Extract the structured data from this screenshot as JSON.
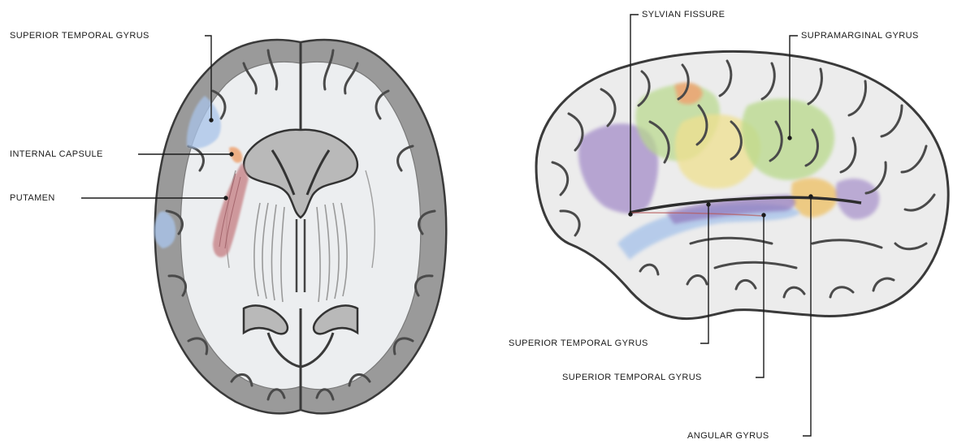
{
  "axial_view": {
    "labels": {
      "superior_temporal_gyrus": "SUPERIOR TEMPORAL GYRUS",
      "internal_capsule": "INTERNAL CAPSULE",
      "putamen": "PUTAMEN"
    }
  },
  "lateral_view": {
    "labels": {
      "sylvian_fissure": "SYLVIAN FISSURE",
      "supramarginal_gyrus": "SUPRAMARGINAL GYRUS",
      "superior_temporal_gyrus_1": "SUPERIOR TEMPORAL GYRUS",
      "superior_temporal_gyrus_2": "SUPERIOR TEMPORAL GYRUS",
      "angular_gyrus": "ANGULAR GYRUS"
    }
  },
  "colors": {
    "background": "#ffffff",
    "cortex_gray": "#8c8c8c",
    "white_matter": "#e9ecef",
    "outline": "#3a3a3a",
    "region_blue": "#a9c4ea",
    "region_purple": "#9a7fc4",
    "region_green": "#b8d98a",
    "region_yellow": "#efe08f",
    "region_orange": "#eea371",
    "region_red": "#c98a8e"
  }
}
